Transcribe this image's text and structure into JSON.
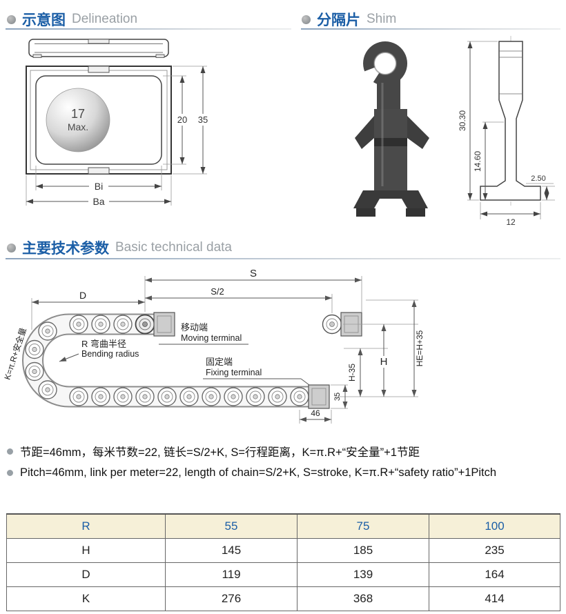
{
  "sections": {
    "delineation": {
      "zh": "示意图",
      "en": "Delineation"
    },
    "shim": {
      "zh": "分隔片",
      "en": "Shim"
    },
    "technical": {
      "zh": "主要技术参数",
      "en": "Basic technical data"
    }
  },
  "delineation_drawing": {
    "ball_diameter": "17",
    "ball_max_label": "Max.",
    "inner_height": "20",
    "outer_height": "35",
    "inner_width_label": "Bi",
    "outer_width_label": "Ba"
  },
  "shim_drawing": {
    "total_height": "30.30",
    "lower_height": "14.60",
    "base_thickness": "2.50",
    "base_width": "12"
  },
  "chain_diagram": {
    "stroke_label": "S",
    "half_stroke_label": "S/2",
    "d_label": "D",
    "moving_terminal_zh": "移动端",
    "moving_terminal_en": "Moving terminal",
    "fixing_terminal_zh": "固定端",
    "fixing_terminal_en": "Fixing terminal",
    "bending_radius_zh": "R 弯曲半径",
    "bending_radius_en": "Bending radius",
    "k_formula": "K=π.R+安全量",
    "h_label": "H",
    "h_minus_label": "H-35",
    "he_label": "HE=H+35",
    "end_height_label": "35",
    "pitch_label": "46"
  },
  "notes": {
    "zh": "节距=46mm，每米节数=22, 链长=S/2+K, S=行程距离，K=π.R+“安全量”+1节距",
    "en": "Pitch=46mm, link per meter=22, length of chain=S/2+K, S=stroke, K=π.R+“safety ratio”+1Pitch"
  },
  "table": {
    "header": {
      "label": "R",
      "values": [
        "55",
        "75",
        "100"
      ]
    },
    "rows": [
      {
        "label": "H",
        "values": [
          "145",
          "185",
          "235"
        ]
      },
      {
        "label": "D",
        "values": [
          "119",
          "139",
          "164"
        ]
      },
      {
        "label": "K",
        "values": [
          "276",
          "368",
          "414"
        ]
      }
    ]
  },
  "colors": {
    "accent_blue": "#1b5ea6",
    "muted_gray": "#9aa0a5",
    "table_header_bg": "#f6f0d8",
    "line_gray": "#555555"
  }
}
